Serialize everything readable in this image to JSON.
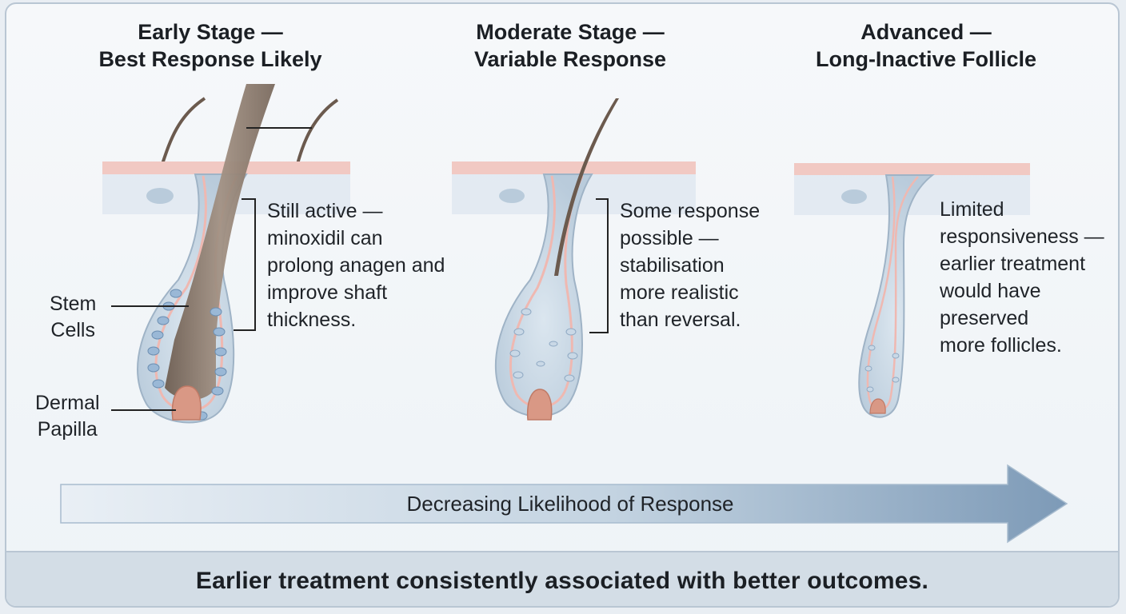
{
  "stages": [
    {
      "title_line1": "Early Stage —",
      "title_line2": "Best Response Likely",
      "description": [
        "Still active —",
        "minoxidil can",
        "prolong anagen and",
        "improve shaft",
        "thickness."
      ]
    },
    {
      "title_line1": "Moderate Stage —",
      "title_line2": "Variable Response",
      "description": [
        "Some response",
        "possible —",
        "stabilisation",
        "more realistic",
        "than reversal."
      ]
    },
    {
      "title_line1": "Advanced —",
      "title_line2": "Long-Inactive Follicle",
      "description": [
        "Limited",
        "responsiveness —",
        "earlier treatment",
        "would have",
        "preserved",
        "more follicles."
      ]
    }
  ],
  "labels": {
    "stem_cells": [
      "Stem",
      "Cells"
    ],
    "dermal_papilla": [
      "Dermal",
      "Papilla"
    ]
  },
  "arrow_label": "Decreasing Likelihood of Response",
  "footer": "Earlier treatment consistently associated with better outcomes.",
  "colors": {
    "skin": "#f1c9c3",
    "tissue": "#c7d5e2",
    "cell": "#8fb0d2",
    "arrow": "#7f9bb8",
    "papilla": "#d99885"
  }
}
